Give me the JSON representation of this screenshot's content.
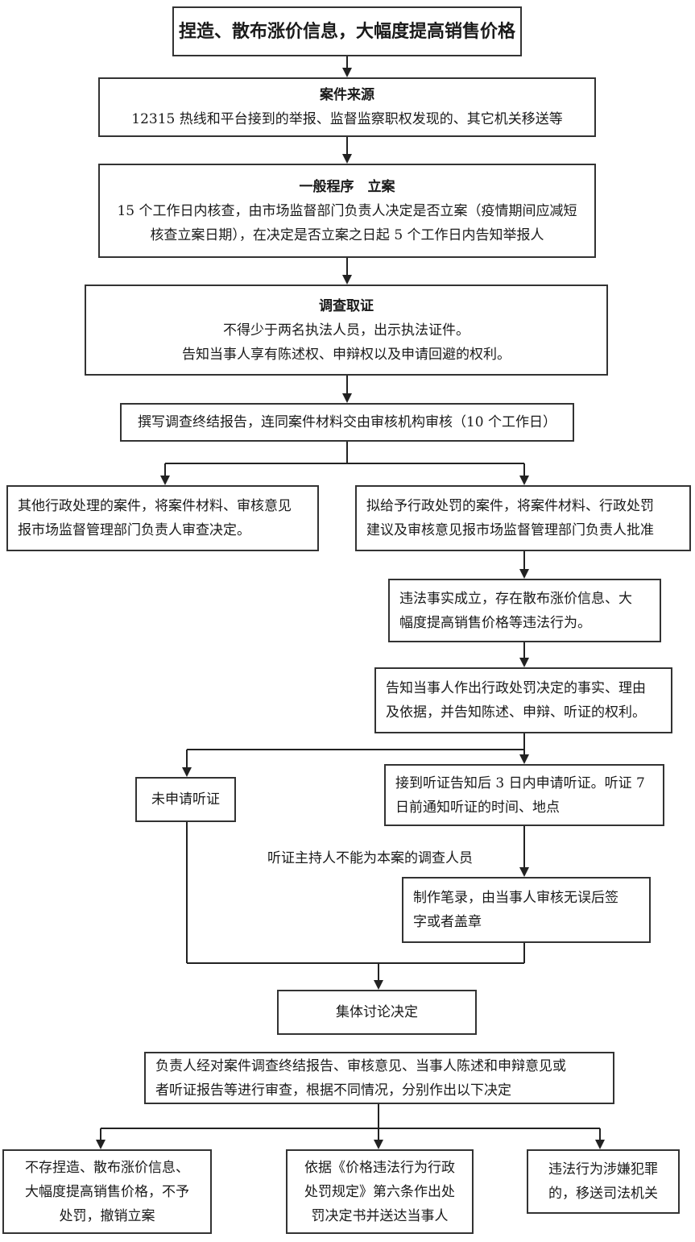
{
  "title": "捏造、散布涨价信息，大幅度提高销售价格",
  "case_source": {
    "heading": "案件来源",
    "text": "12315 热线和平台接到的举报、监督监察职权发现的、其它机关移送等"
  },
  "filing": {
    "heading": "一般程序　立案",
    "line1": "15 个工作日内核查，由市场监督部门负责人决定是否立案（疫情期间应减短",
    "line2": "核查立案日期），在决定是否立案之日起 5 个工作日内告知举报人"
  },
  "investigation": {
    "heading": "调查取证",
    "line1": "不得少于两名执法人员，出示执法证件。",
    "line2": "告知当事人享有陈述权、申辩权以及申请回避的权利。"
  },
  "report": "撰写调查终结报告，连同案件材料交由审核机构审核（10 个工作日）",
  "other_handling": {
    "line1": "其他行政处理的案件，将案件材料、审核意见",
    "line2": "报市场监督管理部门负责人审查决定。"
  },
  "penalty_proposal": {
    "line1": "拟给予行政处罚的案件，将案件材料、行政处罚",
    "line2": "建议及审核意见报市场监督管理部门负责人批准"
  },
  "violation": {
    "line1": "违法事实成立，存在散布涨价信息、大",
    "line2": "幅度提高销售价格等违法行为。"
  },
  "notify": {
    "line1": "告知当事人作出行政处罚决定的事实、理由",
    "line2": "及依据，并告知陈述、申辩、听证的权利。"
  },
  "no_hearing": "未申请听证",
  "hearing_request": {
    "line1": "接到听证告知后 3 日内申请听证。听证 7",
    "line2": "日前通知听证的时间、地点"
  },
  "hearing_note": "听证主持人不能为本案的调查人员",
  "record": {
    "line1": "制作笔录，由当事人审核无误后签",
    "line2": "字或者盖章"
  },
  "collective": "集体讨论决定",
  "review": {
    "line1": "负责人经对案件调查终结报告、审核意见、当事人陈述和申辩意见或",
    "line2": "者听证报告等进行审查，根据不同情况，分别作出以下决定"
  },
  "outcome_none": {
    "line1": "不存捏造、散布涨价信息、",
    "line2": "大幅度提高销售价格，不予",
    "line3": "处罚，撤销立案"
  },
  "outcome_penalty": {
    "line1": "依据《价格违法行为行政",
    "line2": "处罚规定》第六条作出处",
    "line3": "罚决定书并送达当事人"
  },
  "outcome_judicial": {
    "line1": "违法行为涉嫌犯罪",
    "line2": "的，移送司法机关"
  }
}
